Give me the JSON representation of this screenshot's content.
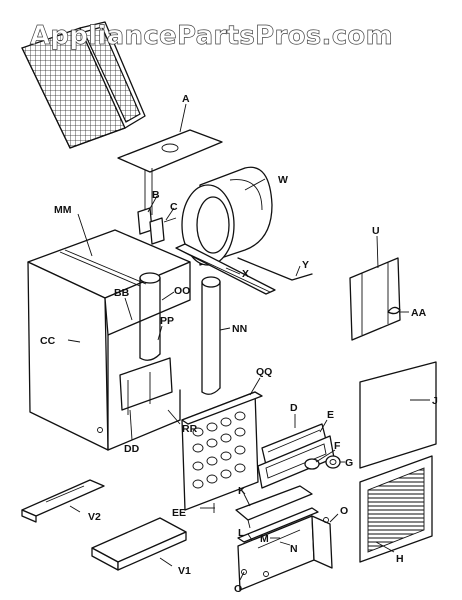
{
  "watermark": "AppliancePartsPros.com",
  "parts": {
    "a": "A",
    "b": "B",
    "c": "C",
    "d": "D",
    "e": "E",
    "f": "F",
    "g": "G",
    "h": "H",
    "j": "J",
    "k": "K",
    "l": "L",
    "m": "M",
    "n": "N",
    "o_right": "O",
    "o_bottom": "O",
    "u": "U",
    "w": "W",
    "x": "X",
    "y": "Y",
    "aa": "AA",
    "mm": "MM",
    "bb": "BB",
    "oo": "OO",
    "cc": "CC",
    "pp": "PP",
    "nn": "NN",
    "qq": "QQ",
    "rr": "RR",
    "dd": "DD",
    "ee": "EE",
    "v1": "V1",
    "v2": "V2"
  }
}
